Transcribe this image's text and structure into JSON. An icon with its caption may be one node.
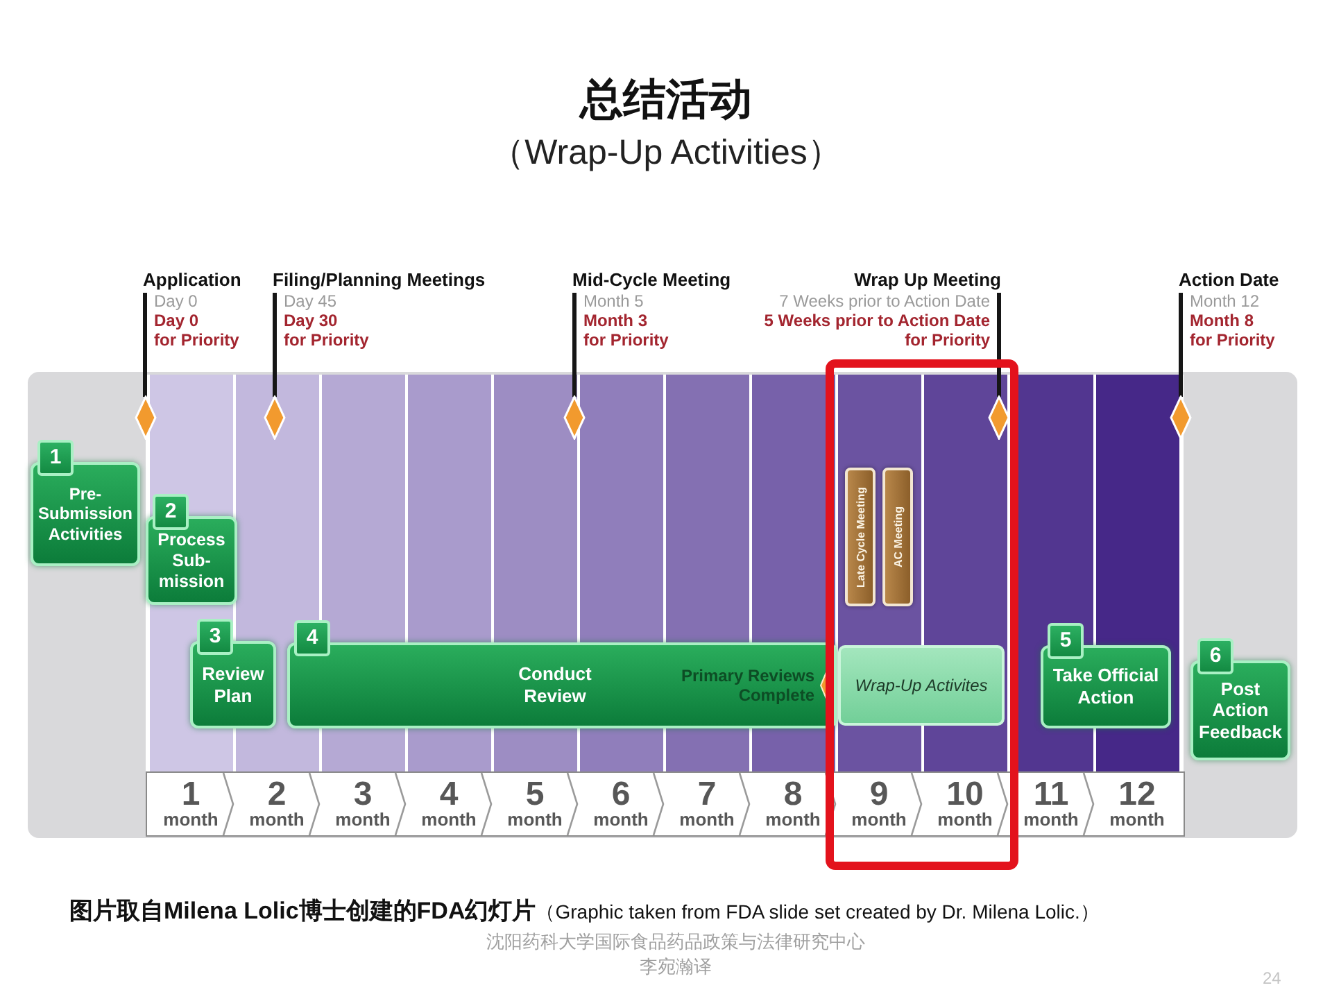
{
  "diagram": {
    "title": "总结活动",
    "caption": "**图片取自Milena Lolic博士创建的FDA幻灯片**（Graphic taken from FDA slide set created by Dr. Milena Lolic.）",
    "nodes": [
      {
        "text": [
          "Application",
          "Day 0",
          "Day 0 for Priority"
        ]
      },
      {
        "text": [
          "Filing/Planning Meetings",
          "Day 45",
          "Day 30 for Priority"
        ]
      },
      {
        "text": [
          "Mid-Cycle Meeting",
          "Month 5",
          "Month 3 for Priority"
        ]
      },
      {
        "text": [
          "Wrap Up Meeting",
          "7 Weeks prior to Action Date",
          "5 Weeks prior to Action Date for Priority"
        ]
      },
      {
        "text": [
          "Action Date",
          "Month 12",
          "Month 8 for Priority"
        ]
      },
      {
        "text": [],
        "shape": "diamond"
      },
      {
        "text": [],
        "shape": "diamond"
      },
      {
        "text": [],
        "shape": "diamond"
      },
      {
        "text": [],
        "shape": "diamond"
      },
      {
        "text": [],
        "shape": "diamond"
      },
      {
        "text": [
          "1",
          "Pre- Submission Activities"
        ]
      },
      {
        "text": [
          "2",
          "Process Sub- mission"
        ]
      },
      {
        "text": [
          "Late Cycle Meeting"
        ]
      },
      {
        "text": [
          "AC Meeting"
        ]
      },
      {
        "text": [
          "3",
          "Review Plan"
        ]
      },
      {
        "text": [
          "4",
          "Conduct Review",
          "Primary Reviews Complete"
        ]
      },
      {
        "text": [
          "Wrap-Up Activites"
        ]
      },
      {
        "text": [
          "5",
          "Take Official Action"
        ]
      },
      {
        "text": [
          "6",
          "Post Action Feedback"
        ]
      },
      {
        "text": [
          "1",
          "month"
        ]
      },
      {
        "text": [
          "2",
          "month"
        ]
      },
      {
        "text": [
          "3",
          "month"
        ]
      },
      {
        "text": [
          "4",
          "month"
        ]
      },
      {
        "text": [
          "5",
          "month"
        ]
      },
      {
        "text": [
          "6",
          "month"
        ]
      },
      {
        "text": [
          "7",
          "month"
        ]
      },
      {
        "text": [
          "8",
          "month"
        ]
      },
      {
        "text": [
          "9",
          "month"
        ]
      },
      {
        "text": [
          "10",
          "month"
        ]
      },
      {
        "text": [
          "11",
          "month"
        ]
      },
      {
        "text": [
          "12",
          "month"
        ]
      }
    ],
    "edges": [
      {
        "from": 0,
        "to": 5,
        "arrow": "none"
      },
      {
        "from": 1,
        "to": 6,
        "arrow": "none"
      },
      {
        "from": 2,
        "to": 7,
        "arrow": "none"
      },
      {
        "from": 3,
        "to": 8,
        "arrow": "none"
      },
      {
        "from": 4,
        "to": 9,
        "arrow": "none"
      }
    ],
    "labels": [
      "（Wrap-Up Activities）",
      "沈阳药科大学国际食品药品政策与法律研究中心",
      "李宛瀚译",
      "24"
    ]
  }
}
